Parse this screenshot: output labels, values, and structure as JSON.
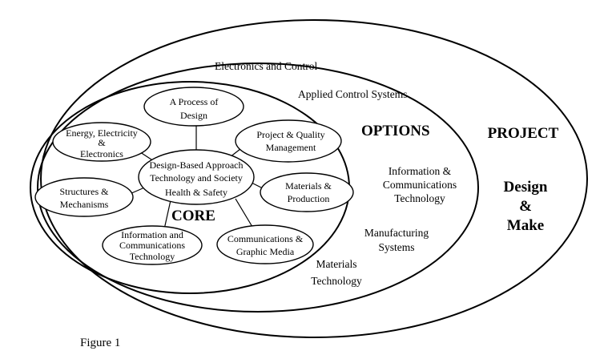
{
  "rings": {
    "project": {
      "heading": "PROJECT",
      "lines": [
        "Design",
        "&",
        "Make"
      ]
    },
    "options": {
      "heading": "OPTIONS",
      "items": [
        {
          "name": "electronics",
          "lines": [
            "Electronics and Control"
          ]
        },
        {
          "name": "applied-control",
          "lines": [
            "Applied Control Systems"
          ]
        },
        {
          "name": "ict",
          "lines": [
            "Information &",
            "Communications",
            "Technology"
          ]
        },
        {
          "name": "manufacturing",
          "lines": [
            "Manufacturing",
            "Systems"
          ]
        },
        {
          "name": "materials",
          "lines": [
            "Materials",
            "Technology"
          ]
        }
      ]
    },
    "core": {
      "heading": "CORE",
      "center": [
        "Design-Based Approach",
        "Technology and Society",
        "Health & Safety"
      ],
      "satellites": [
        {
          "name": "process-of-design",
          "lines": [
            "A Process of",
            "Design"
          ]
        },
        {
          "name": "energy",
          "lines": [
            "Energy, Electricity",
            "&",
            "Electronics"
          ]
        },
        {
          "name": "project-quality",
          "lines": [
            "Project & Quality",
            "Management"
          ]
        },
        {
          "name": "structures",
          "lines": [
            "Structures &",
            "Mechanisms"
          ]
        },
        {
          "name": "materials-production",
          "lines": [
            "Materials &",
            "Production"
          ]
        },
        {
          "name": "info-comm-tech",
          "lines": [
            "Information and",
            "Communications",
            "Technology"
          ]
        },
        {
          "name": "comm-graphic",
          "lines": [
            "Communications &",
            "Graphic Media"
          ]
        }
      ]
    }
  },
  "caption": "Figure 1"
}
